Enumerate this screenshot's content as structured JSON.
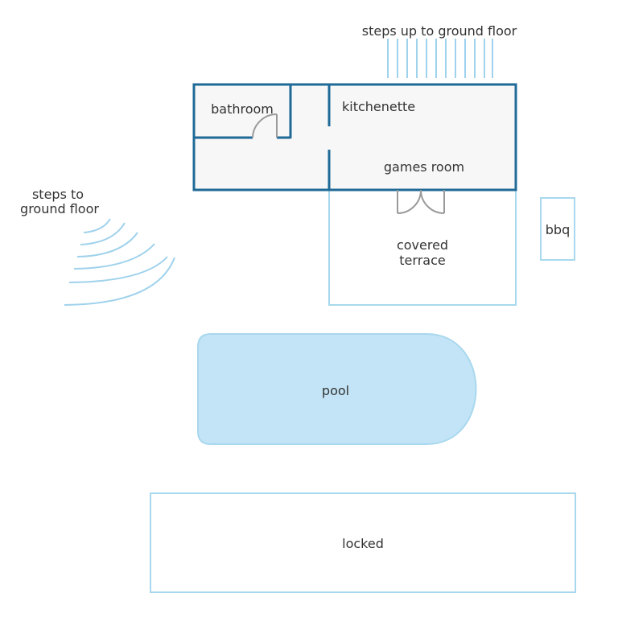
{
  "colors": {
    "wall": "#1f6a97",
    "light_outline": "#a8d8ee",
    "stairs": "#9fd2ec",
    "floor": "#f7f7f7",
    "pool_fill": "#c3e4f6",
    "door": "#9a9a9a",
    "text": "#333333"
  },
  "labels": {
    "steps_up": "steps up to ground floor",
    "bathroom": "bathroom",
    "kitchenette": "kitchenette",
    "games_room": "games room",
    "steps_to_line1": "steps to",
    "steps_to_line2": "ground floor",
    "covered_line1": "covered",
    "covered_line2": "terrace",
    "bbq": "bbq",
    "pool": "pool",
    "locked": "locked"
  }
}
